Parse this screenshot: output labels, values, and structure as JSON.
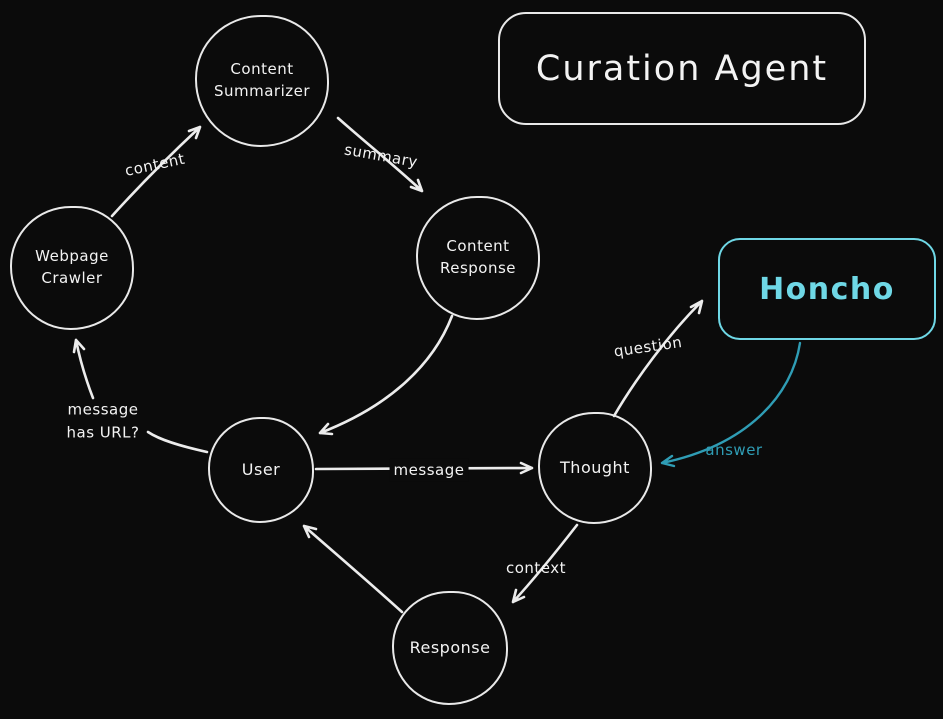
{
  "title_box": {
    "label": "Curation Agent"
  },
  "honcho_box": {
    "label": "Honcho"
  },
  "nodes": {
    "content_summarizer": {
      "label": "Content\nSummarizer"
    },
    "content_response": {
      "label": "Content\nResponse"
    },
    "webpage_crawler": {
      "label": "Webpage\nCrawler"
    },
    "user": {
      "label": "User"
    },
    "thought": {
      "label": "Thought"
    },
    "response": {
      "label": "Response"
    }
  },
  "edges": {
    "content": {
      "label": "content"
    },
    "summary": {
      "label": "summary"
    },
    "message_has_url": {
      "label": "message\nhas URL?"
    },
    "message": {
      "label": "message"
    },
    "question": {
      "label": "question"
    },
    "answer": {
      "label": "answer"
    },
    "context": {
      "label": "context"
    }
  },
  "colors": {
    "background": "#0b0b0b",
    "stroke": "#ececec",
    "accent": "#6fd8e6",
    "answer_accent": "#2f9db5"
  }
}
